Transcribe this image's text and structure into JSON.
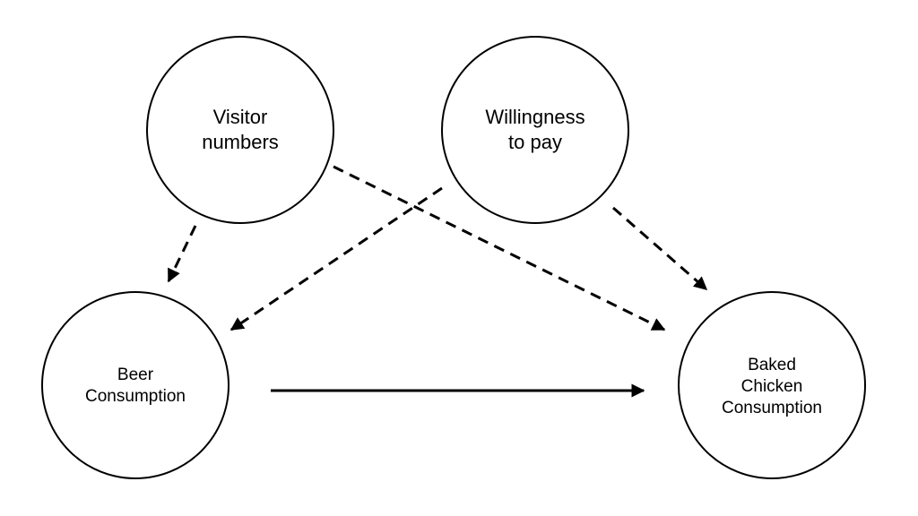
{
  "diagram": {
    "nodes": {
      "visitor_numbers": {
        "line1": "Visitor",
        "line2": "numbers"
      },
      "willingness_to_pay": {
        "line1": "Willingness",
        "line2": "to pay"
      },
      "beer_consumption": {
        "line1": "Beer",
        "line2": "Consumption"
      },
      "baked_chicken_consumption": {
        "line1": "Baked",
        "line2": "Chicken",
        "line3": "Consumption"
      }
    },
    "edges": [
      {
        "from": "visitor_numbers",
        "to": "beer_consumption",
        "style": "dashed"
      },
      {
        "from": "visitor_numbers",
        "to": "baked_chicken_consumption",
        "style": "dashed"
      },
      {
        "from": "willingness_to_pay",
        "to": "beer_consumption",
        "style": "dashed"
      },
      {
        "from": "willingness_to_pay",
        "to": "baked_chicken_consumption",
        "style": "dashed"
      },
      {
        "from": "beer_consumption",
        "to": "baked_chicken_consumption",
        "style": "solid"
      }
    ],
    "colors": {
      "stroke": "#000000",
      "background": "#ffffff"
    }
  }
}
